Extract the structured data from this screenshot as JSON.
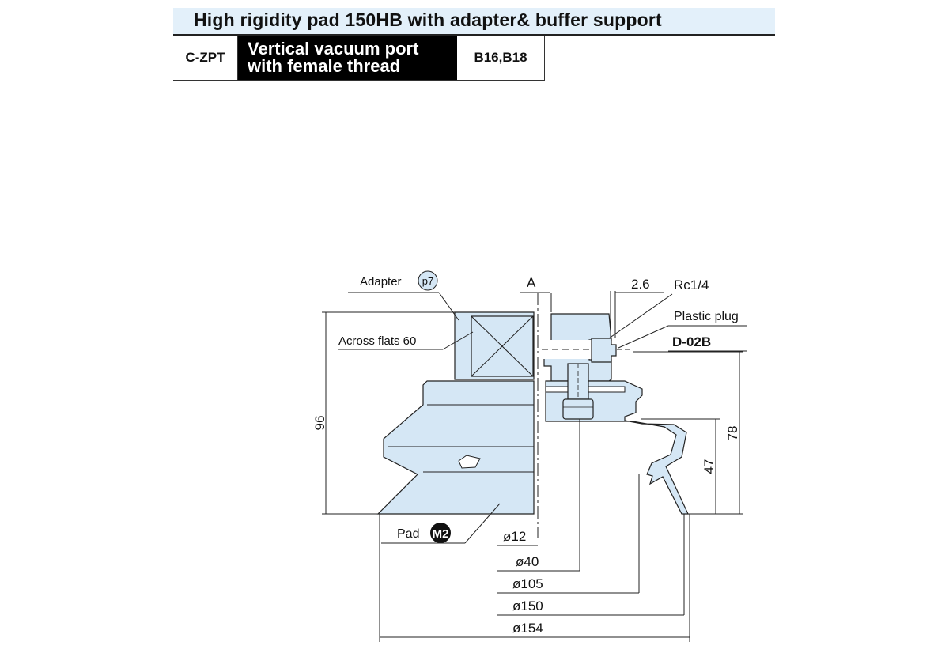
{
  "header": {
    "title": "High rigidity pad 150HB with adapter& buffer support",
    "model": "C-ZPT",
    "description_line1": "Vertical vacuum port",
    "description_line2": "with female thread",
    "sizes": "B16,B18"
  },
  "drawing": {
    "adapter_label": "Adapter",
    "adapter_ref": "p7",
    "across_flats_label": "Across flats 60",
    "section_label": "A",
    "port_offset": "2.6",
    "port_thread": "Rc1/4",
    "plug_label": "Plastic plug",
    "plug_model": "D-02B",
    "height_total": "96",
    "height_78": "78",
    "height_47": "47",
    "pad_label": "Pad",
    "pad_ref": "M2",
    "dia_12": "ø12",
    "dia_40": "ø40",
    "dia_105": "ø105",
    "dia_150": "ø150",
    "dia_154": "ø154",
    "colors": {
      "body_fill": "#d5e7f5",
      "title_band": "#e3f0fa",
      "line": "#222222"
    }
  }
}
